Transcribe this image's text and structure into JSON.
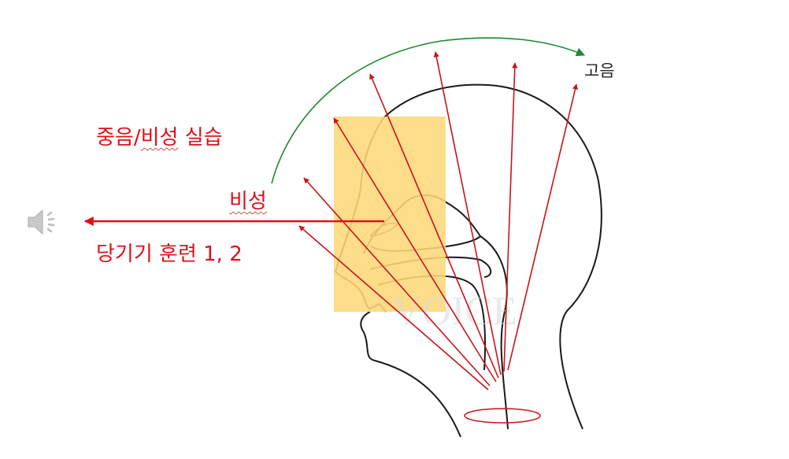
{
  "labels": {
    "high_tone": "고음",
    "practice_prefix": "중음/",
    "practice_nasal": "비성",
    "practice_suffix": " 실습",
    "nasal": "비성",
    "training": "당기기 훈련 1, 2"
  },
  "watermark": "VOICE",
  "icons": {
    "audio": "speaker-icon"
  },
  "colors": {
    "arrow_red": "#c8141a",
    "label_red": "#e0101a",
    "arc_green": "#1a8a2e",
    "highlight": "#fdd87a",
    "outline": "#1a1a1a"
  }
}
